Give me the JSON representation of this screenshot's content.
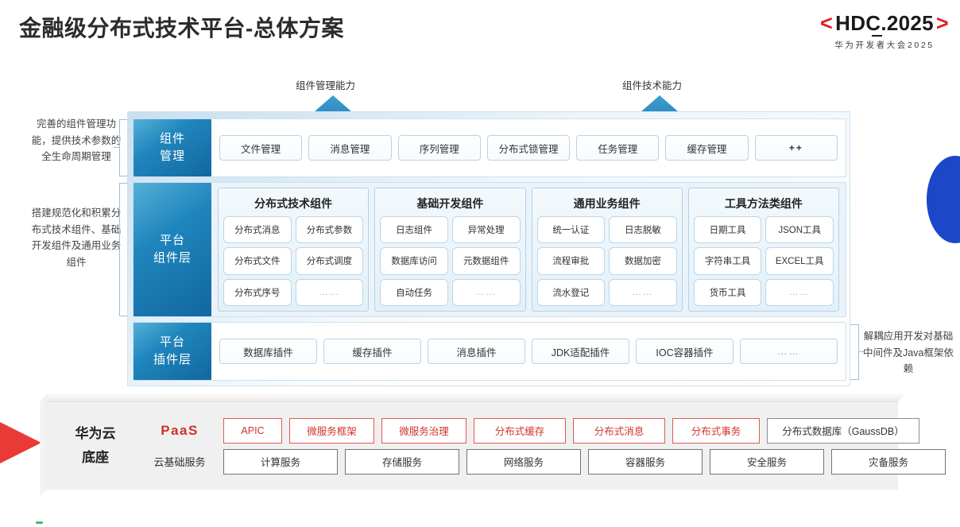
{
  "header": {
    "title": "金融级分布式技术平台-总体方案",
    "logo": {
      "left_bracket": "<",
      "word": "HDC.2025",
      "right_bracket": ">",
      "subtitle": "华为开发者大会2025"
    }
  },
  "arrows": {
    "left_label": "组件管理能力",
    "right_label": "组件技术能力"
  },
  "side_notes": {
    "left_top": "完善的组件管理功能，提供技术参数的全生命周期管理",
    "left_bottom": "搭建规范化和积累分布式技术组件、基础开发组件及通用业务组件",
    "right": "解耦应用开发对基础中间件及Java框架依赖"
  },
  "layers": [
    {
      "label": "组件\n管理",
      "label_lines": [
        "组件",
        "管理"
      ],
      "items": [
        "文件管理",
        "消息管理",
        "序列管理",
        "分布式锁管理",
        "任务管理",
        "缓存管理",
        "++"
      ]
    },
    {
      "label_lines": [
        "平台",
        "组件层"
      ],
      "groups": [
        {
          "title": "分布式技术组件",
          "cells": [
            "分布式消息",
            "分布式参数",
            "分布式文件",
            "分布式调度",
            "分布式序号",
            "……"
          ]
        },
        {
          "title": "基础开发组件",
          "cells": [
            "日志组件",
            "异常处理",
            "数据库访问",
            "元数据组件",
            "自动任务",
            "……"
          ]
        },
        {
          "title": "通用业务组件",
          "cells": [
            "统一认证",
            "日志脱敏",
            "流程审批",
            "数据加密",
            "流水登记",
            "……"
          ]
        },
        {
          "title": "工具方法类组件",
          "cells": [
            "日期工具",
            "JSON工具",
            "字符串工具",
            "EXCEL工具",
            "货币工具",
            "……"
          ]
        }
      ]
    },
    {
      "label_lines": [
        "平台",
        "插件层"
      ],
      "items": [
        "数据库插件",
        "缓存插件",
        "消息插件",
        "JDK适配插件",
        "IOC容器插件",
        "……"
      ]
    }
  ],
  "base": {
    "title_lines": [
      "华为云",
      "底座"
    ],
    "rows": [
      {
        "label": "PaaS",
        "label_style": "paas",
        "services": [
          {
            "name": "APIC",
            "style": "red",
            "width": 72
          },
          {
            "name": "微服务框架",
            "style": "red",
            "width": 105
          },
          {
            "name": "微服务治理",
            "style": "red",
            "width": 105
          },
          {
            "name": "分布式缓存",
            "style": "red",
            "width": 114
          },
          {
            "name": "分布式消息",
            "style": "red",
            "width": 114
          },
          {
            "name": "分布式事务",
            "style": "red",
            "width": 108
          },
          {
            "name": "分布式数据库（GaussDB）",
            "style": "gray",
            "width": 190
          }
        ]
      },
      {
        "label": "云基础服务",
        "label_style": "cloud",
        "services": [
          {
            "name": "计算服务",
            "style": "plain",
            "width": 142
          },
          {
            "name": "存储服务",
            "style": "plain",
            "width": 142
          },
          {
            "name": "网络服务",
            "style": "plain",
            "width": 142
          },
          {
            "name": "容器服务",
            "style": "plain",
            "width": 142
          },
          {
            "name": "安全服务",
            "style": "plain",
            "width": 142
          },
          {
            "name": "灾备服务",
            "style": "plain",
            "width": 142
          }
        ]
      }
    ]
  },
  "colors": {
    "brand_red": "#e02020",
    "accent_blue": "#1878b4",
    "paas_red": "#c8332e",
    "blob_blue": "#1b47c8",
    "green": "#35c17a"
  }
}
